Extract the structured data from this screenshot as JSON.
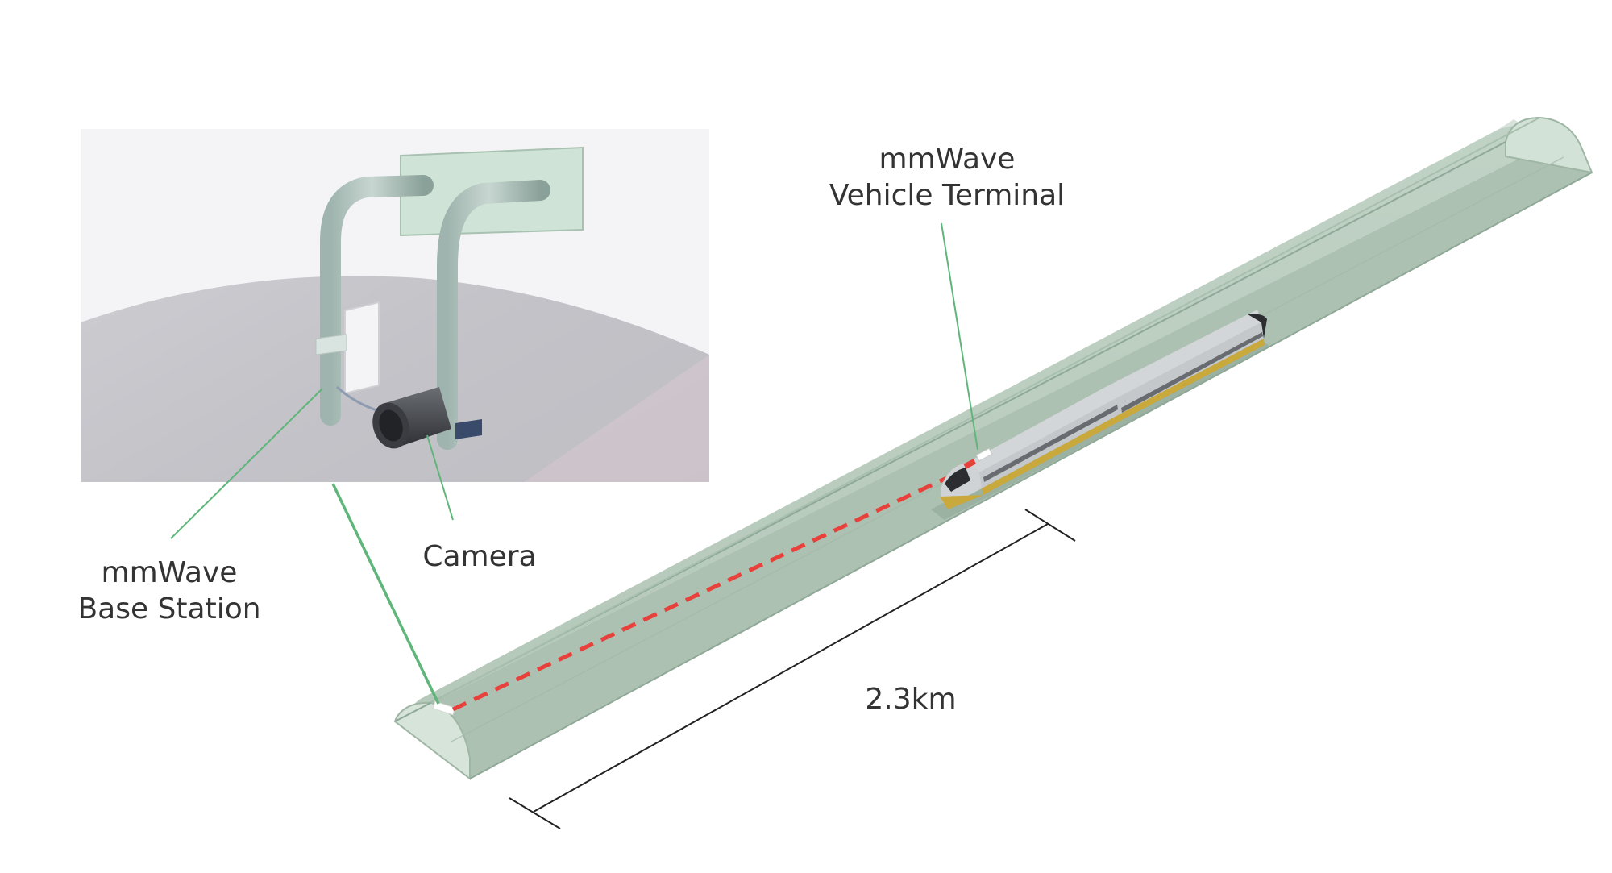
{
  "labels": {
    "vehicle_terminal": {
      "line1": "mmWave",
      "line2": "Vehicle Terminal"
    },
    "base_station": {
      "line1": "mmWave",
      "line2": "Base Station"
    },
    "camera": "Camera",
    "distance": "2.3km"
  },
  "colors": {
    "tunnel_fill": "#b8cbbd",
    "tunnel_edge": "#8fa897",
    "leader_line": "#5fb57a",
    "signal_path": "#e8403a",
    "dimension_line": "#222222",
    "train_body": "#d3d6d9",
    "train_stripe": "#c9a83c",
    "inset_background": "#e9e9ec"
  },
  "icons": [
    "tunnel-illustration",
    "train-illustration",
    "base-station-mount-illustration",
    "camera-illustration"
  ]
}
